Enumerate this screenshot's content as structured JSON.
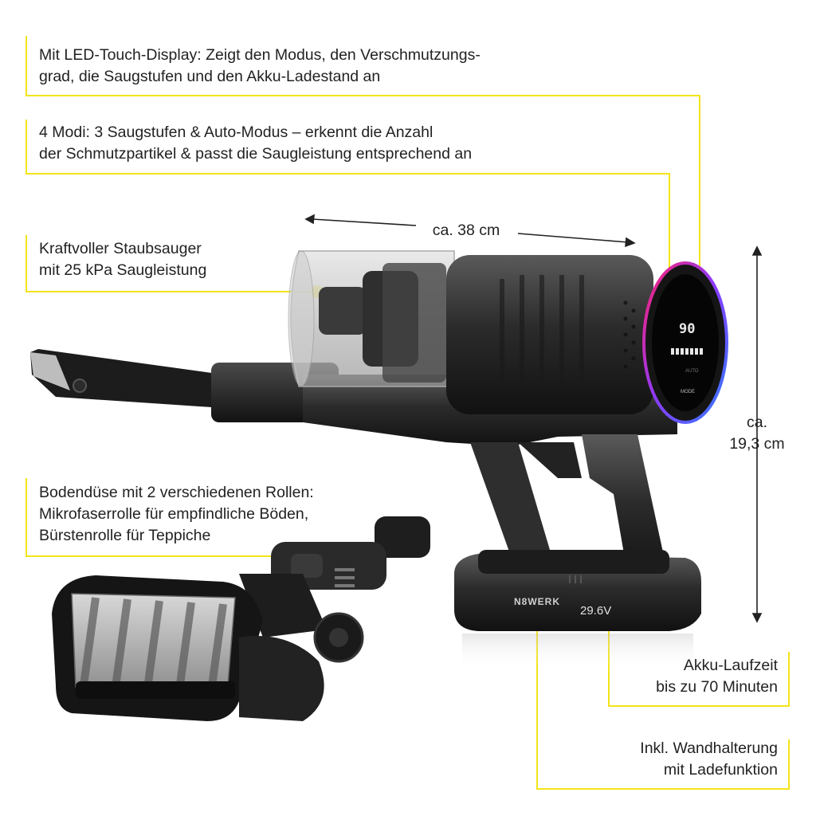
{
  "callouts": {
    "display": {
      "line1": "Mit LED-Touch-Display: Zeigt den Modus, den Verschmutzungs-",
      "line2": "grad, die Saugstufen und den Akku-Ladestand an"
    },
    "modes": {
      "line1": "4 Modi: 3 Saugstufen & Auto-Modus – erkennt die Anzahl",
      "line2": "der Schmutzpartikel & passt die Saugleistung entsprechend an"
    },
    "suction": {
      "line1": "Kraftvoller Staubsauger",
      "line2": "mit 25 kPa Saugleistung"
    },
    "nozzle": {
      "line1": "Bodendüse mit 2 verschiedenen Rollen:",
      "line2": "Mikrofaserrolle für empfindliche Böden,",
      "line3": "Bürstenrolle für Teppiche"
    },
    "battery": {
      "line1": "Akku-Laufzeit",
      "line2": "bis zu 70 Minuten"
    },
    "wallmount": {
      "line1": "Inkl. Wandhalterung",
      "line2": "mit Ladefunktion"
    }
  },
  "dimensions": {
    "length": "ca. 38 cm",
    "height_line1": "ca.",
    "height_line2": "19,3 cm"
  },
  "product": {
    "brand": "N8WERK",
    "voltage": "29.6V",
    "display_value": "90",
    "display_mode": "MODE",
    "display_auto": "AUTO"
  },
  "colors": {
    "accent_yellow": "#f3e41a",
    "body_dark": "#2a2a2a",
    "ring_gradient": [
      "#ff1f6b",
      "#8a3cff",
      "#2f7dff"
    ]
  }
}
